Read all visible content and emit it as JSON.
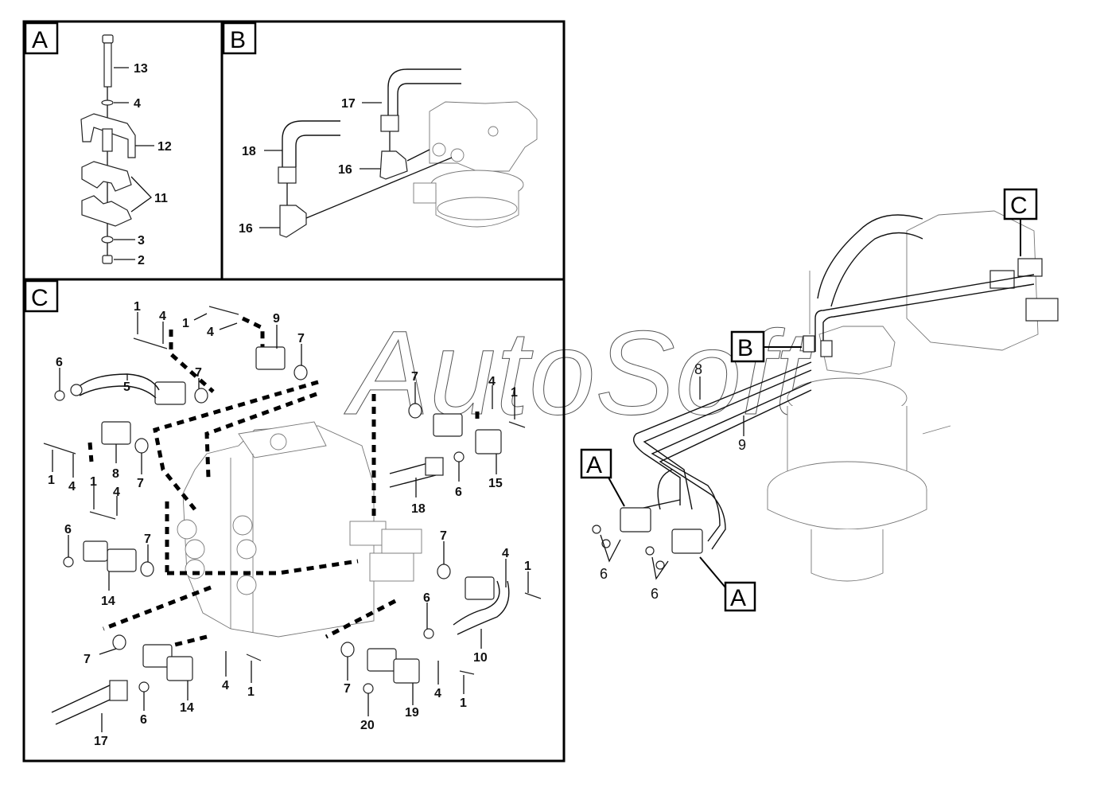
{
  "diagram": {
    "watermark": "AutoSoft",
    "panels": [
      {
        "id": "A",
        "letter": "A",
        "callouts": [
          "13",
          "4",
          "12",
          "11",
          "3",
          "2"
        ]
      },
      {
        "id": "B",
        "letter": "B",
        "callouts": [
          "17",
          "18",
          "16",
          "16"
        ]
      },
      {
        "id": "C",
        "letter": "C",
        "callouts": [
          "1",
          "4",
          "1",
          "4",
          "9",
          "7",
          "6",
          "5",
          "7",
          "7",
          "4",
          "1",
          "1",
          "4",
          "8",
          "7",
          "6",
          "15",
          "18",
          "1",
          "4",
          "6",
          "7",
          "14",
          "7",
          "4",
          "1",
          "6",
          "10",
          "7",
          "4",
          "1",
          "7",
          "14",
          "4",
          "1",
          "6",
          "17",
          "7",
          "20",
          "19",
          "4",
          "1"
        ]
      }
    ],
    "overview": {
      "section_labels": [
        "A",
        "A",
        "B",
        "C"
      ],
      "callouts": [
        "8",
        "9",
        "6",
        "6"
      ]
    }
  }
}
